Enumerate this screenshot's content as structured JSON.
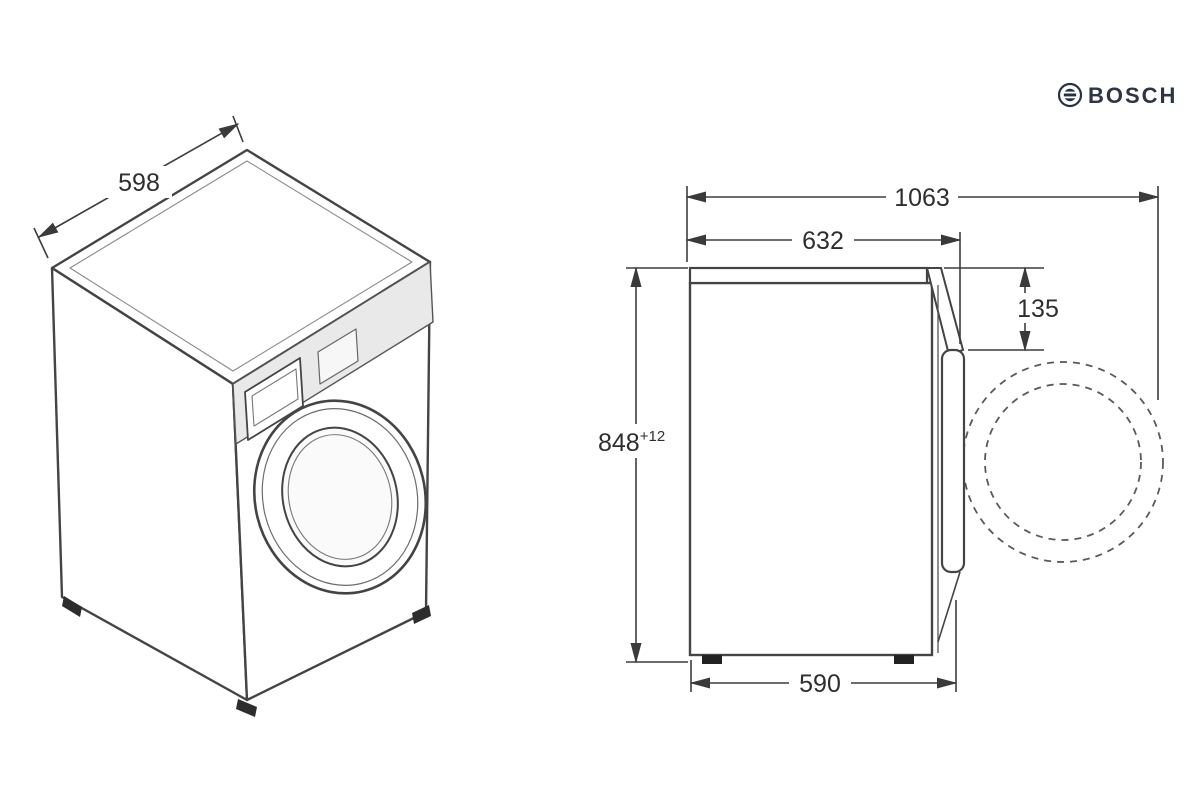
{
  "brand": {
    "logo_text": "BOSCH"
  },
  "diagram": {
    "type": "technical-dimension-drawing",
    "subject": "washing machine front-load, perspective view and side view",
    "dimensions": {
      "front_width": "598",
      "overall_depth_door_open": "1063",
      "body_depth_top": "632",
      "door_top_offset": "135",
      "height_main": "848",
      "height_tolerance": "+12",
      "base_depth": "590"
    }
  }
}
